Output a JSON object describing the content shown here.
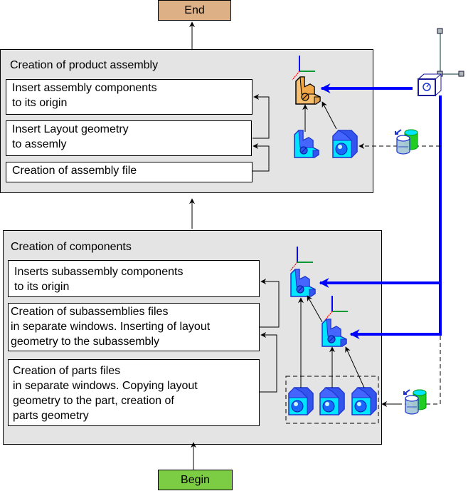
{
  "diagram": {
    "end": {
      "label": "End",
      "color": "#deb086"
    },
    "begin": {
      "label": "Begin",
      "color": "#7ccc44"
    },
    "panels": [
      {
        "title": "Creation of product assembly",
        "steps": [
          "Insert assembly components\nto its origin",
          "Insert Layout geometry\nto assemly",
          "Creation of assembly file"
        ]
      },
      {
        "title": "Creation of components",
        "steps": [
          "Inserts subassembly components\nto its origin",
          "Creation of subassemblies files\nin separate windows. Inserting of layout\ngeometry to the subassembly",
          "Creation of parts files\nin separate windows. Copying layout\ngeometry to the part, creation of\nparts geometry"
        ]
      }
    ],
    "icons": {
      "product_assembly": "assembly-icon-orange",
      "subassembly": "assembly-icon-blue",
      "part": "part-icon",
      "layout_source": "layout-cube-icon",
      "database": "database-icon",
      "axis": "axis-system-icon"
    },
    "colors": {
      "panel_bg": "#e4e4e4",
      "flow_accent": "#0000ff",
      "part_fill": "#00e5ff",
      "part_dark": "#1a33cc"
    }
  }
}
